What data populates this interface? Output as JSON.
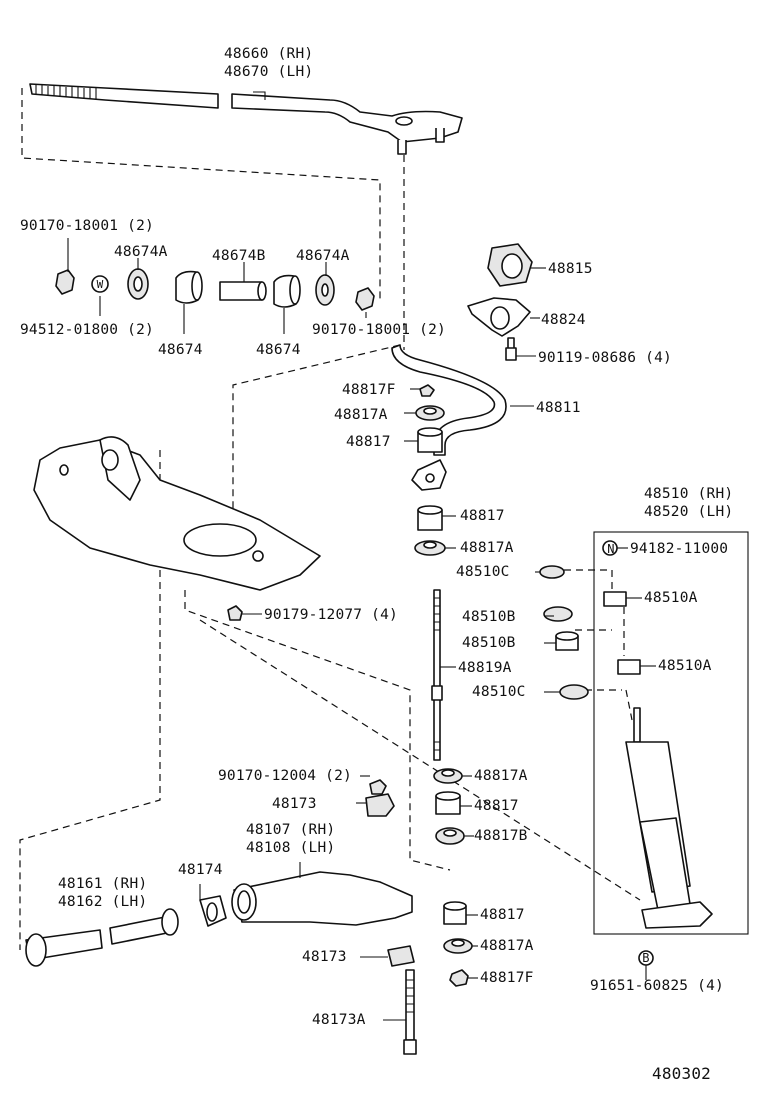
{
  "callouts": {
    "stabilizer_rod": "48660 (RH)",
    "stabilizer_rod_lh": "48670 (LH)",
    "nut_top_left": "90170-18001 (2)",
    "bushing_48674A_left": "48674A",
    "spacer_48674B": "48674B",
    "bushing_48674A_right": "48674A",
    "washer_94512": "94512-01800 (2)",
    "nut_top_right": "90170-18001 (2)",
    "bushing_48674_left": "48674",
    "bushing_48674_right": "48674",
    "bushing_48815": "48815",
    "bracket_48824": "48824",
    "bolt_90119": "90119-08686 (4)",
    "stabilizer_bar": "48811",
    "nut_48817F_top": "48817F",
    "retainer_48817A_top": "48817A",
    "cushion_48817_top": "48817",
    "cushion_48817_mid": "48817",
    "retainer_48817A_mid": "48817A",
    "nut_90179": "90179-12077 (4)",
    "link_48819A": "48819A",
    "shock_48510": "48510 (RH)",
    "shock_48520": "48520 (LH)",
    "nut_94182": "94182-11000",
    "retainer_48510C_top": "48510C",
    "cushion_48510A_top": "48510A",
    "retainer_48510B_1": "48510B",
    "retainer_48510B_2": "48510B",
    "cushion_48510A_bottom": "48510A",
    "retainer_48510C_bottom": "48510C",
    "nut_90170_12004": "90170-12004 (2)",
    "retainer_48817A_low": "48817A",
    "stopper_48173_top": "48173",
    "cushion_48817_low": "48817",
    "arm_48107": "48107 (RH)",
    "arm_48108": "48108 (LH)",
    "retainer_48817B": "48817B",
    "torsion_48161": "48161 (RH)",
    "torsion_48162": "48162 (LH)",
    "anchor_48174": "48174",
    "cushion_48817_bottom": "48817",
    "stopper_48173_bottom": "48173",
    "retainer_48817A_bottom": "48817A",
    "nut_48817F_bottom": "48817F",
    "bolt_48173A": "48173A",
    "bolt_91651": "91651-60825 (4)",
    "drawing_number": "480302"
  },
  "symbols": {
    "washer_mark": "W",
    "nut_mark": "N",
    "bolt_mark": "B"
  }
}
